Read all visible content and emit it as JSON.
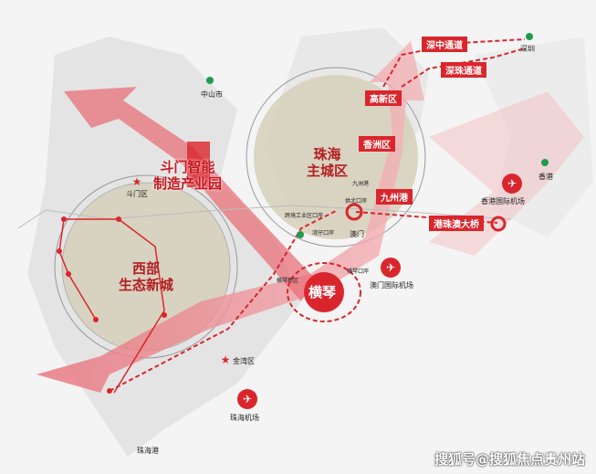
{
  "places": {
    "zhongshan": "中山市",
    "doumen": "斗门区",
    "jinwan": "金湾区",
    "zhuhai_airport": "珠海机场",
    "zhuhai_port": "珠海港",
    "shenzhen": "深圳",
    "hongkong": "香港",
    "hk_airport": "香港国际机场",
    "macau": "澳门",
    "macau_airport": "澳门国际机场",
    "kuajing_port": "跨境工业区口岸",
    "wanzai_port": "湾仔口岸",
    "gongbei_port": "拱北口岸",
    "hengqin_port": "横琴口岸",
    "hengqin_new": "横琴新区",
    "jiuzhou_small": "九洲港"
  },
  "tags": {
    "shenzhong": "深中通道",
    "shenzhu": "深珠通道",
    "gaoxin": "高新区",
    "xiangzhou": "香洲区",
    "jiuzhou": "九州港",
    "hzm": "港珠澳大桥"
  },
  "regions": {
    "west_line1": "西部",
    "west_line2": "生态新城",
    "main_line1": "珠海",
    "main_line2": "主城区",
    "doumen_line1": "斗门智能",
    "doumen_line2": "制造产业园",
    "hengqin": "横琴"
  },
  "watermark": "搜狐号@搜狐焦点贵州站",
  "colors": {
    "accent": "#d9262c",
    "circle": "#d6cfba"
  }
}
